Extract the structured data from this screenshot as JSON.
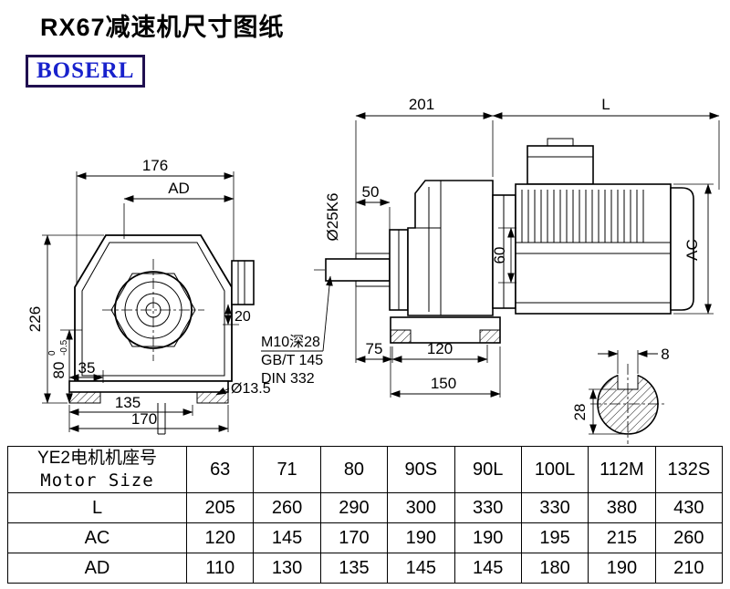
{
  "page": {
    "title": "RX67减速机尺寸图纸",
    "brand": "BOSERL"
  },
  "front_view": {
    "dim_width_top": "176",
    "dim_ad": "AD",
    "dim_height": "226",
    "dim_80": "80",
    "dim_80_tol_upper": "0",
    "dim_80_tol_lower": "-0.5",
    "dim_35": "35",
    "dim_135": "135",
    "dim_170": "170",
    "dim_20": "20",
    "dim_hole": "Ø13.5"
  },
  "side_view": {
    "dim_201": "201",
    "dim_l": "L",
    "dim_50": "50",
    "dim_shaft": "Ø25K6",
    "dim_60": "60",
    "dim_ac": "AC",
    "note_line1": "M10深28",
    "note_line2": "GB/T 145",
    "note_line3": "DIN 332",
    "dim_75": "75",
    "dim_120": "120",
    "dim_150": "150"
  },
  "shaft_section": {
    "dim_key_width": "8",
    "dim_key_height": "28"
  },
  "table": {
    "header": {
      "label_cn": "YE2电机机座号",
      "label_en": "Motor Size",
      "sizes": [
        "63",
        "71",
        "80",
        "90S",
        "90L",
        "100L",
        "112M",
        "132S"
      ]
    },
    "rows": [
      {
        "label": "L",
        "values": [
          "205",
          "260",
          "290",
          "300",
          "330",
          "330",
          "380",
          "430"
        ]
      },
      {
        "label": "AC",
        "values": [
          "120",
          "145",
          "170",
          "190",
          "190",
          "195",
          "215",
          "260"
        ]
      },
      {
        "label": "AD",
        "values": [
          "110",
          "130",
          "135",
          "145",
          "145",
          "180",
          "190",
          "210"
        ]
      }
    ]
  }
}
